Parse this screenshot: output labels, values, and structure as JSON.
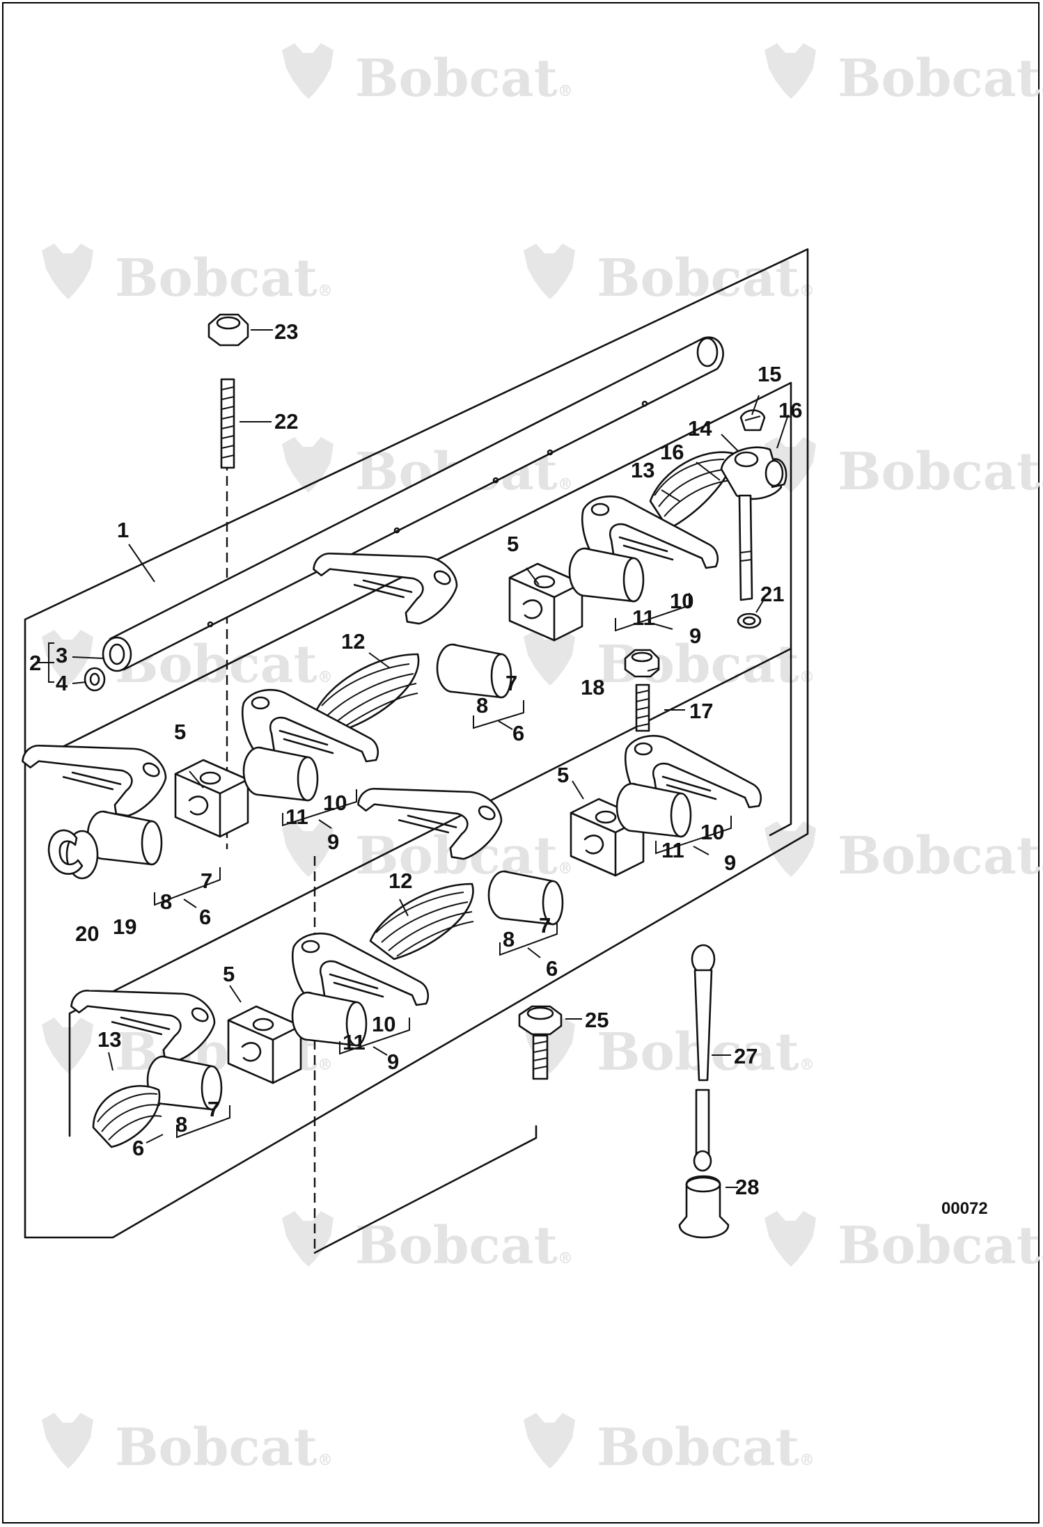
{
  "watermark": {
    "brand": "Bobcat",
    "mark": "®"
  },
  "diagram_code": "00072",
  "callouts": {
    "c1": "1",
    "c2": "2",
    "c3": "3",
    "c4": "4",
    "c5": "5",
    "c6": "6",
    "c7": "7",
    "c8": "8",
    "c9": "9",
    "c10": "10",
    "c11": "11",
    "c12": "12",
    "c13": "13",
    "c14": "14",
    "c15": "15",
    "c16": "16",
    "c17": "17",
    "c18": "18",
    "c19": "19",
    "c20": "20",
    "c21": "21",
    "c22": "22",
    "c23": "23",
    "c25": "25",
    "c27": "27",
    "c28": "28"
  },
  "colors": {
    "ink": "#111111",
    "watermark": "#e3e3e3",
    "background": "#ffffff"
  }
}
